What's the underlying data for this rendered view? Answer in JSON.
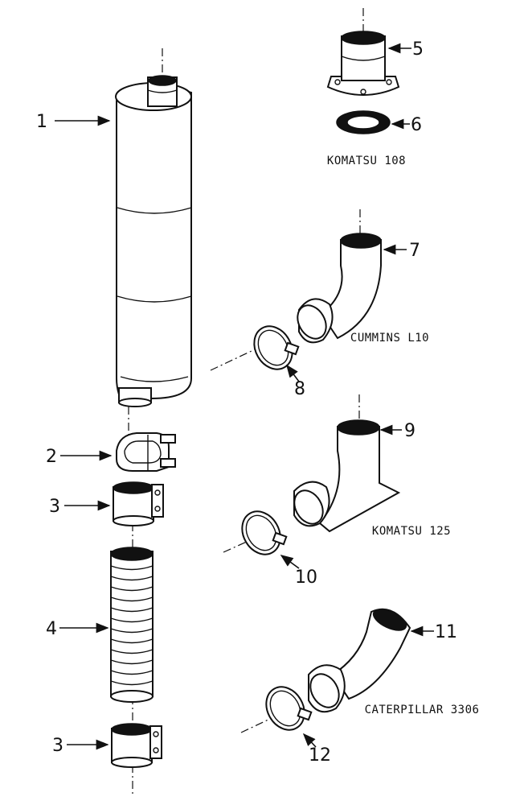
{
  "callouts": [
    "1",
    "2",
    "3",
    "4",
    "5",
    "6",
    "7",
    "8",
    "9",
    "10",
    "11",
    "12"
  ],
  "captions": {
    "komatsu_108": "KOMATSU 108",
    "cummins_l10": "CUMMINS L10",
    "komatsu_125": "KOMATSU 125",
    "caterpillar_3306": "CATERPILLAR 3306"
  },
  "colors": {
    "ink": "#111111",
    "paper": "#ffffff"
  }
}
